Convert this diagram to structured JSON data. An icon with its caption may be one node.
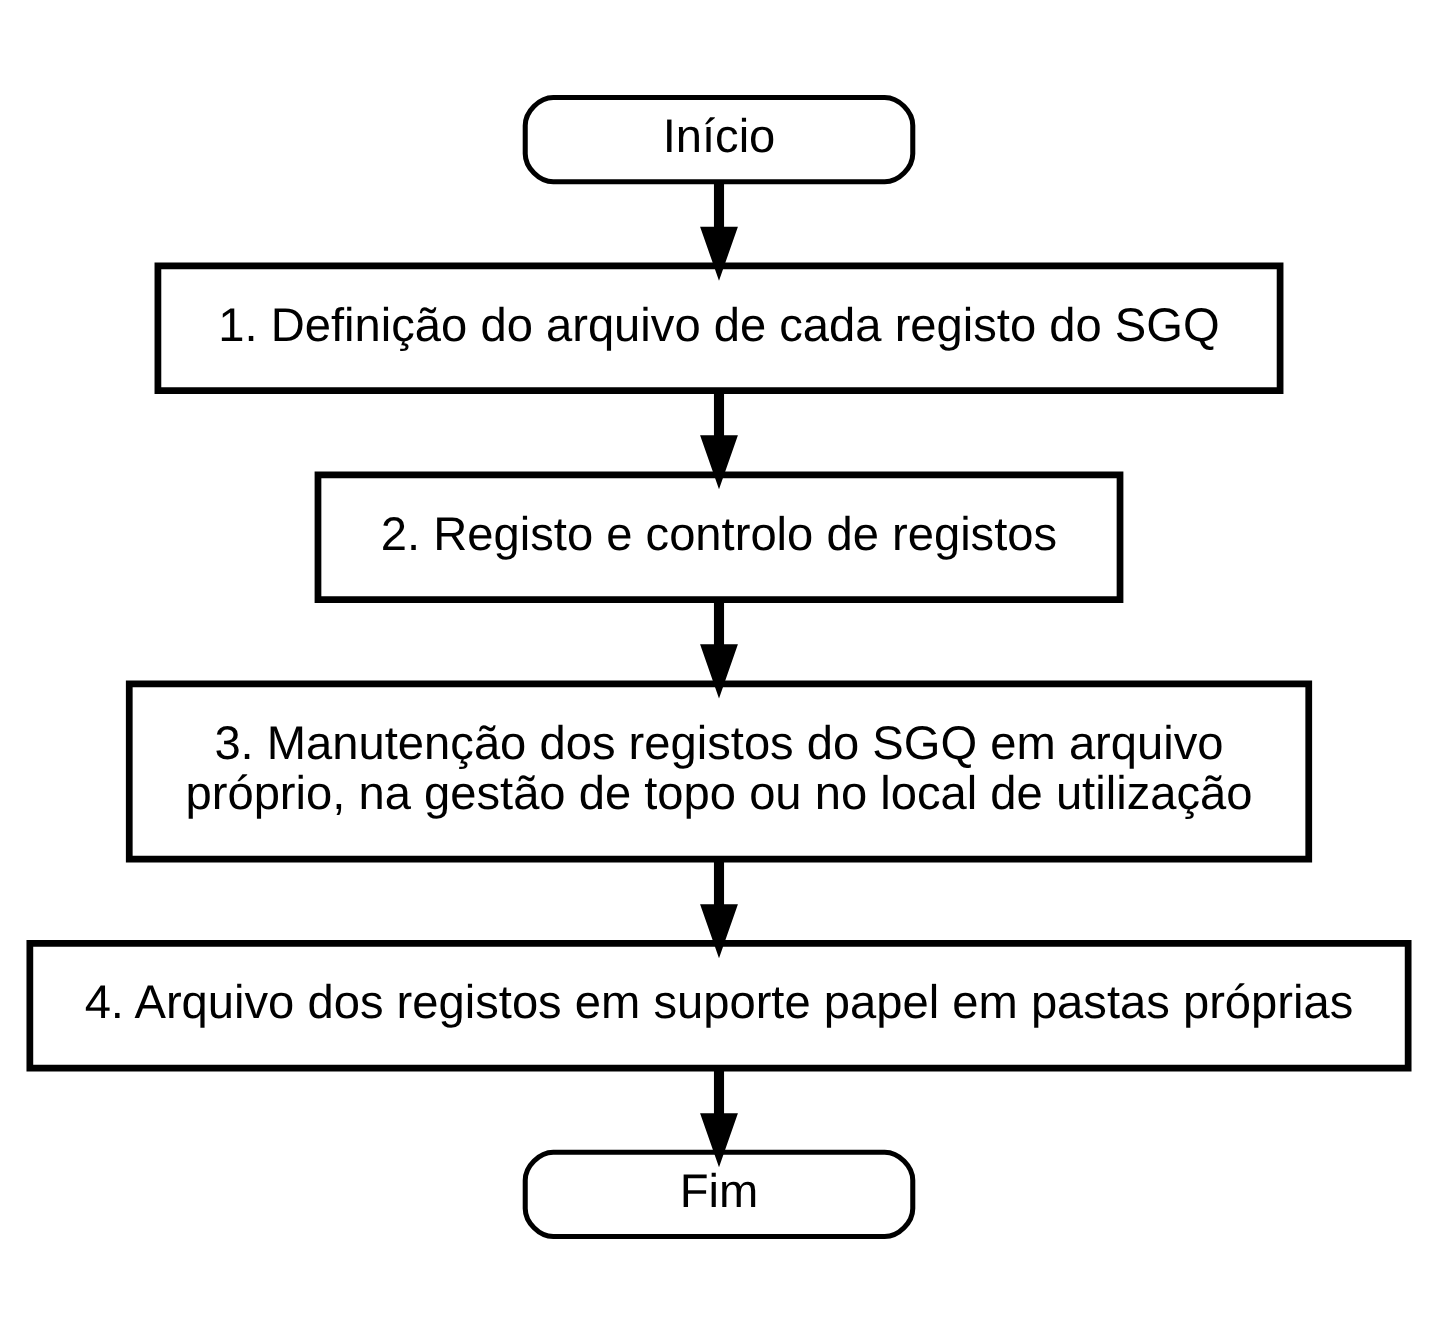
{
  "diagram": {
    "nodes": [
      {
        "text": [
          "Início"
        ]
      },
      {
        "text": [
          "1. Definição do arquivo de cada registo do SGQ"
        ]
      },
      {
        "text": [
          "2. Registo e controlo de registos"
        ]
      },
      {
        "text": [
          "3. Manutenção dos registos do SGQ em arquivo próprio, na gestão de topo ou no local de utilização"
        ]
      },
      {
        "text": [
          "4. Arquivo dos registos em suporte papel em pastas próprias"
        ]
      },
      {
        "text": [
          "Fim"
        ]
      }
    ],
    "edges": [
      {
        "from": 0,
        "to": 1,
        "arrow": "to"
      },
      {
        "from": 1,
        "to": 2,
        "arrow": "to"
      },
      {
        "from": 2,
        "to": 3,
        "arrow": "to"
      },
      {
        "from": 3,
        "to": 4,
        "arrow": "to"
      },
      {
        "from": 4,
        "to": 5,
        "arrow": "to"
      }
    ]
  }
}
